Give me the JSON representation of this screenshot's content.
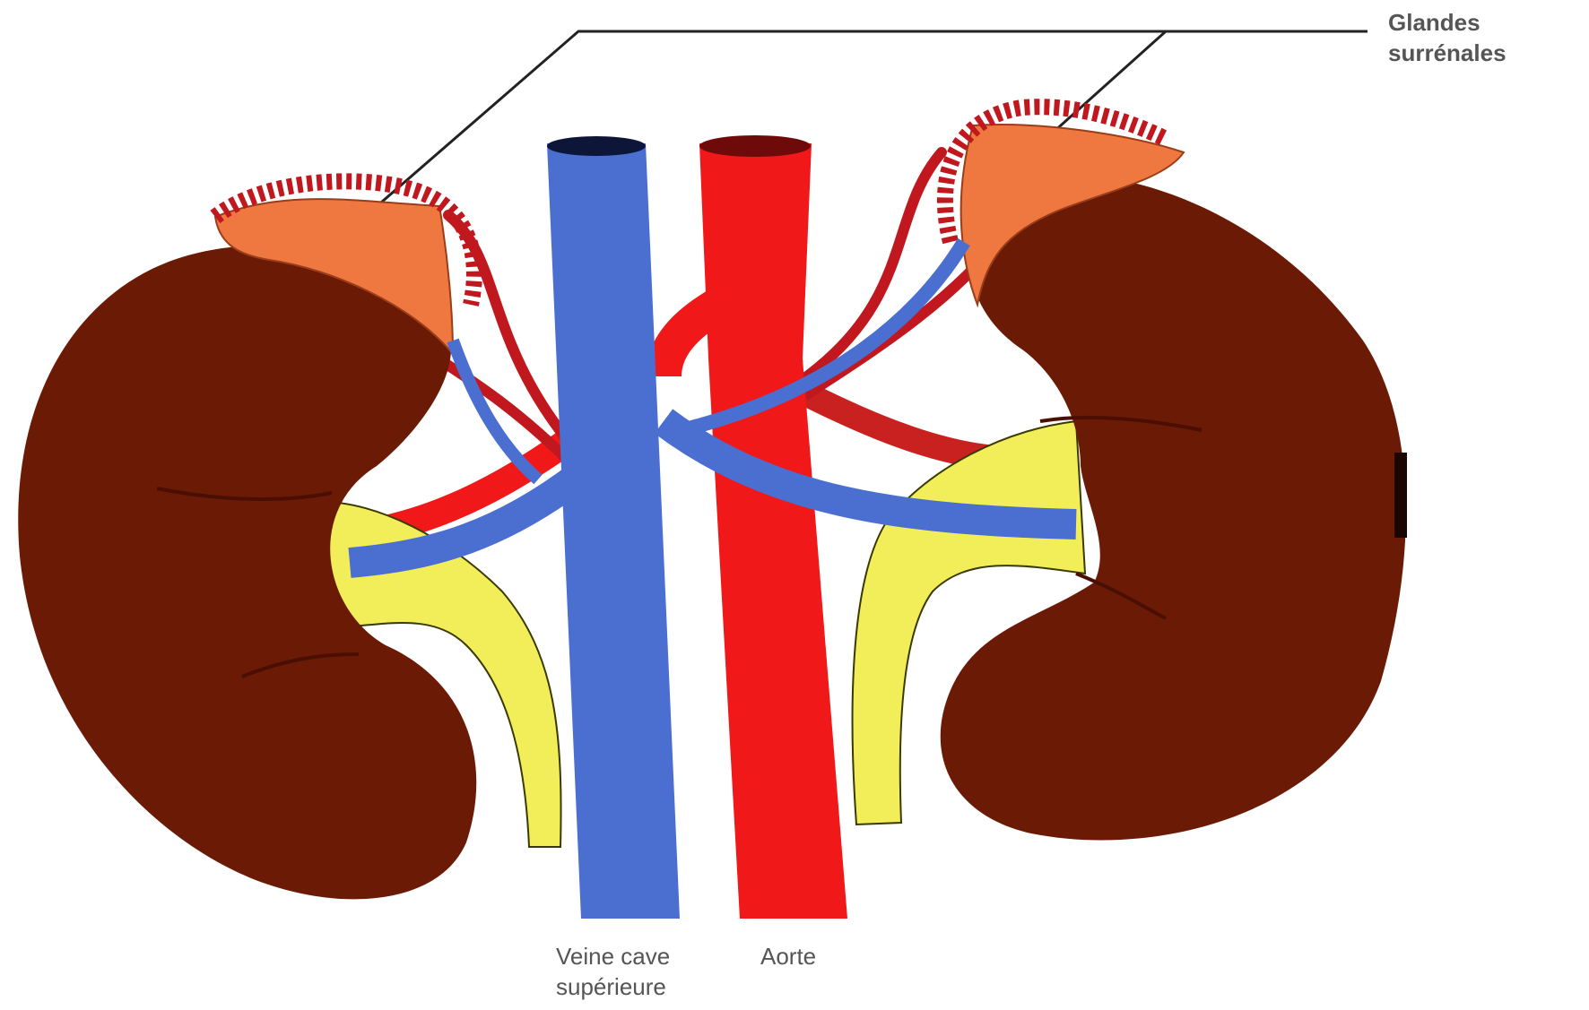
{
  "diagram": {
    "labels": {
      "glandes_line1": "Glandes",
      "glandes_line2": "surrénales",
      "veine_line1": "Veine cave",
      "veine_line2": "supérieure",
      "aorte": "Aorte"
    },
    "colors": {
      "kidney": "#6b1a06",
      "adrenal": "#ef7840",
      "vein": "#4a6fd0",
      "artery": "#f01818",
      "ureter": "#f2ee5a",
      "vessel_dark": "#c0181e",
      "leader_line": "#222222"
    }
  }
}
